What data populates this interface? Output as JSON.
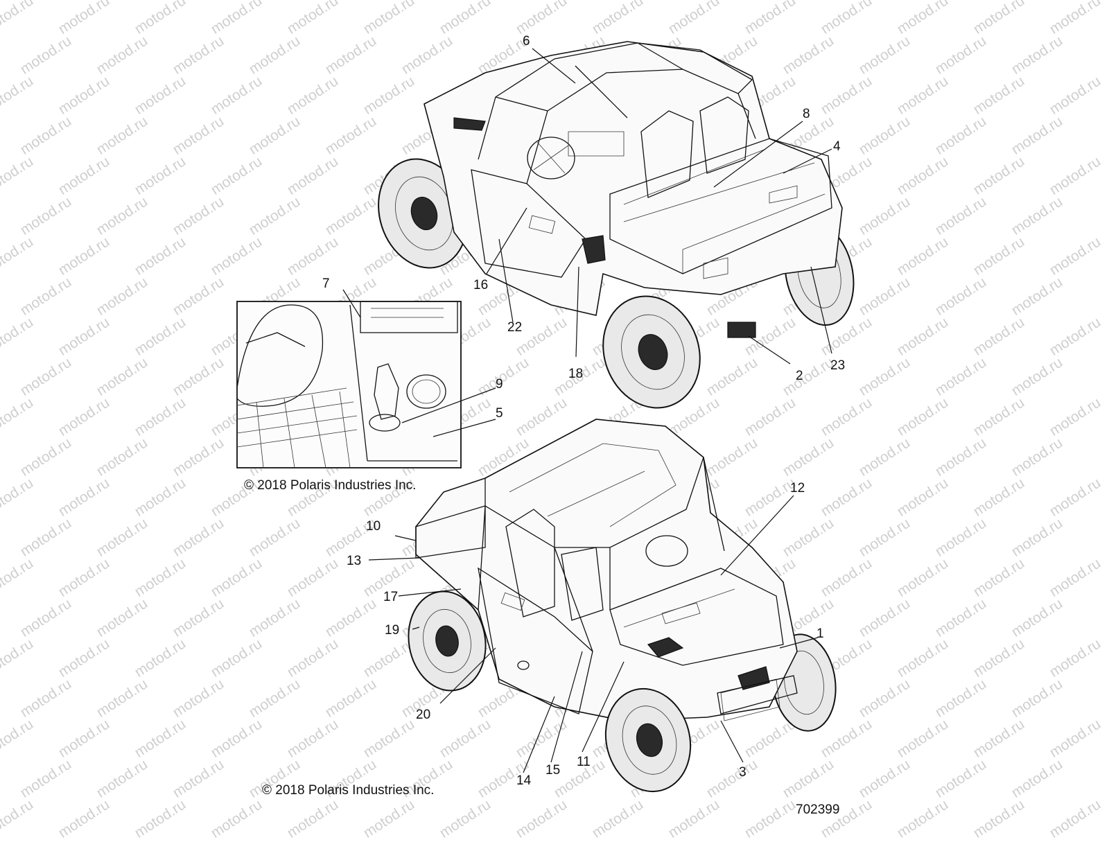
{
  "watermark": "motod.ru",
  "copyright_top": "© 2018 Polaris Industries Inc.",
  "copyright_bottom": "© 2018 Polaris Industries Inc.",
  "figure_number": "702399",
  "callouts": {
    "c1": "1",
    "c2": "2",
    "c3": "3",
    "c4": "4",
    "c5": "5",
    "c6": "6",
    "c7": "7",
    "c8": "8",
    "c9": "9",
    "c10": "10",
    "c11": "11",
    "c12": "12",
    "c13": "13",
    "c14": "14",
    "c15": "15",
    "c16": "16",
    "c17": "17",
    "c18": "18",
    "c19": "19",
    "c20": "20",
    "c22": "22",
    "c23": "23"
  }
}
